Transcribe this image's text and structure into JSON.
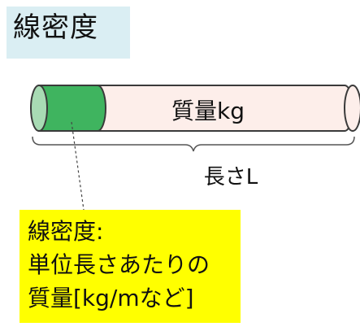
{
  "title": "線密度",
  "rod": {
    "mass_label": "質量kg",
    "length_label": "長さL"
  },
  "note": {
    "line1": "線密度:",
    "line2": "単位長さあたりの",
    "line3": "質量[kg/mなど]"
  },
  "colors": {
    "title_bg": "#daeef3",
    "rod_fill": "#fdeeea",
    "segment_fill": "#3fb45f",
    "note_bg": "#ffff00"
  }
}
